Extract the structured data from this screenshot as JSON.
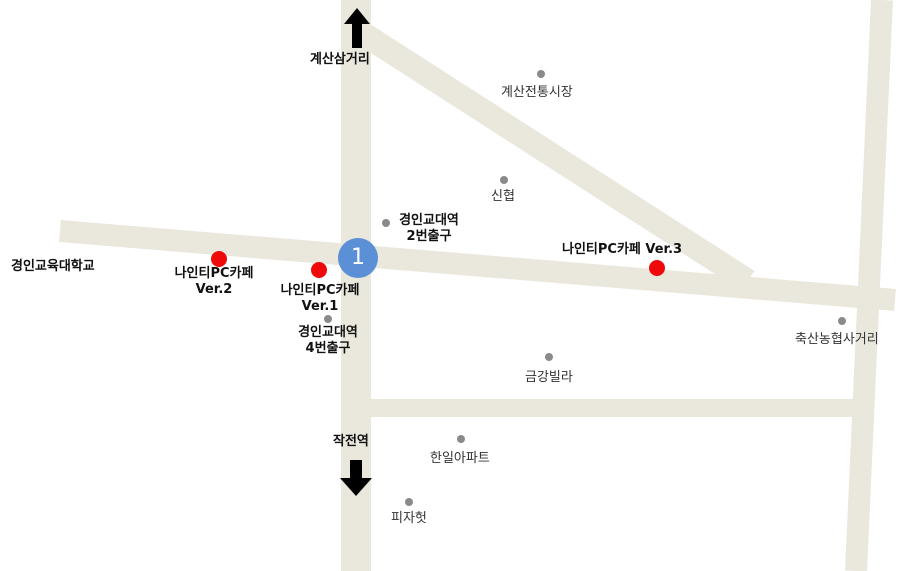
{
  "roads": {
    "color": "#eae8dd"
  },
  "station_marker": {
    "number": "1",
    "color": "#5b8fd6"
  },
  "nav": {
    "north_label": "계산삼거리",
    "south_label": "작전역"
  },
  "cafes": {
    "color": "#ee0a0a",
    "v1": {
      "line1": "나인티PC카페",
      "line2": "Ver.1"
    },
    "v2": {
      "line1": "나인티PC카페",
      "line2": "Ver.2"
    },
    "v3": {
      "label": "나인티PC카페 Ver.3"
    }
  },
  "places": {
    "gyeongin_univ": "경인교육대학교",
    "exit2_line1": "경인교대역",
    "exit2_line2": "2번출구",
    "exit4_line1": "경인교대역",
    "exit4_line2": "4번출구",
    "market": "계산전통시장",
    "shinhyup": "신협",
    "livestock": "축산농협사거리",
    "geumgang": "금강빌라",
    "hanil": "한일아파트",
    "pizza": "피자헛"
  }
}
